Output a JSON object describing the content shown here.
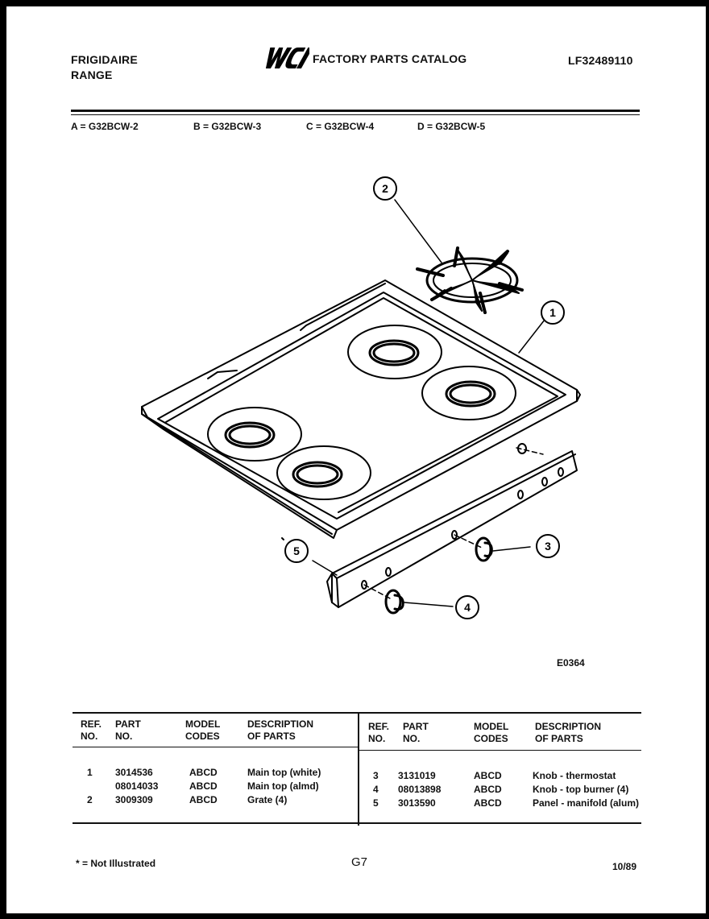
{
  "header": {
    "brand_line1": "FRIGIDAIRE",
    "brand_line2": "RANGE",
    "logo_text": "WCI",
    "catalog_title": "FACTORY PARTS CATALOG",
    "catalog_number": "LF32489110"
  },
  "models": [
    "A = G32BCW-2",
    "B = G32BCW-3",
    "C = G32BCW-4",
    "D = G32BCW-5"
  ],
  "diagram": {
    "callouts": [
      "1",
      "2",
      "3",
      "4",
      "5"
    ],
    "drawing_id": "E0364"
  },
  "table": {
    "headers": {
      "ref": "REF.\nNO.",
      "part": "PART\nNO.",
      "model": "MODEL\nCODES",
      "desc": "DESCRIPTION\nOF PARTS"
    },
    "left_rows": [
      {
        "ref": "1",
        "part": "3014536",
        "model": "ABCD",
        "desc": "Main top (white)"
      },
      {
        "ref": "",
        "part": "08014033",
        "model": "ABCD",
        "desc": "Main top (almd)"
      },
      {
        "ref": "2",
        "part": "3009309",
        "model": "ABCD",
        "desc": "Grate (4)"
      }
    ],
    "right_rows": [
      {
        "ref": "3",
        "part": "3131019",
        "model": "ABCD",
        "desc": "Knob - thermostat"
      },
      {
        "ref": "4",
        "part": "08013898",
        "model": "ABCD",
        "desc": "Knob - top burner (4)"
      },
      {
        "ref": "5",
        "part": "3013590",
        "model": "ABCD",
        "desc": "Panel - manifold (alum)"
      }
    ]
  },
  "footer": {
    "note": "* = Not Illustrated",
    "page": "G7",
    "date": "10/89"
  }
}
